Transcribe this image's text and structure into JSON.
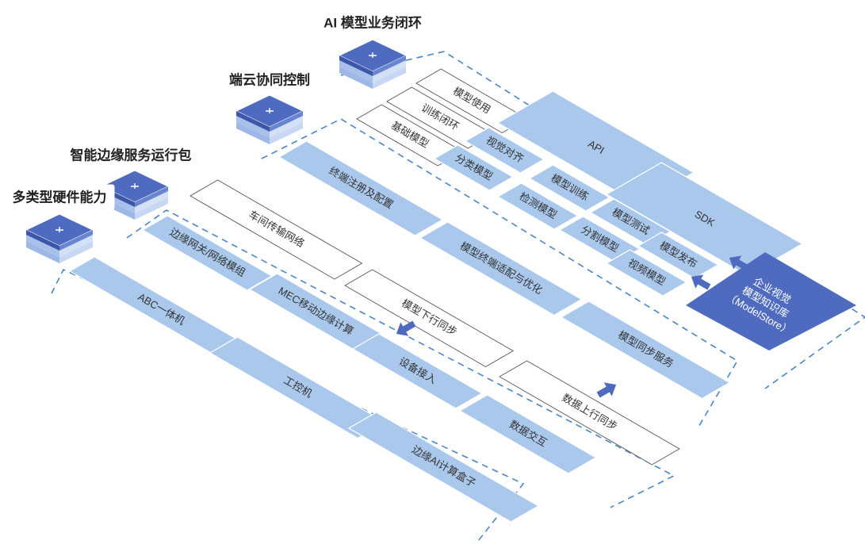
{
  "colors": {
    "tile_fill": "#a9c8ec",
    "white_tile_fill": "#ffffff",
    "white_tile_stroke": "#555555",
    "dashed_frame": "#4a86c5",
    "store_fill": "#4f6bbf",
    "arrow": "#4f6bbf",
    "cube_top": "#4f6bbf",
    "cube_sides": "#b8cdf0"
  },
  "layers": [
    {
      "title": "AI 模型业务闭环",
      "cube_icon": "cube-logo-icon",
      "tiles": [
        {
          "text": "模型使用",
          "style": "white"
        },
        {
          "text": "训练闭环",
          "style": "white"
        },
        {
          "text": "基础模型",
          "style": "white"
        },
        {
          "text": "API",
          "style": "blue"
        },
        {
          "text": "视觉对齐",
          "style": "blue"
        },
        {
          "text": "分类模型",
          "style": "blue"
        },
        {
          "text": "模型训练",
          "style": "blue"
        },
        {
          "text": "检测模型",
          "style": "blue"
        },
        {
          "text": "SDK",
          "style": "blue"
        },
        {
          "text": "模型测试",
          "style": "blue"
        },
        {
          "text": "分割模型",
          "style": "blue"
        },
        {
          "text": "模型发布",
          "style": "blue"
        },
        {
          "text": "视频模型",
          "style": "blue"
        }
      ]
    },
    {
      "title": "端云协同控制",
      "cube_icon": "cube-logo-icon",
      "tiles": [
        {
          "text": "终端注册及配置",
          "style": "blue"
        },
        {
          "text": "模型终端适配与优化",
          "style": "blue"
        },
        {
          "text": "模型同步服务",
          "style": "blue"
        }
      ]
    },
    {
      "title": "智能边缘服务运行包",
      "cube_icon": "cube-logo-icon",
      "tiles": [
        {
          "text": "车间传输网络",
          "style": "white"
        },
        {
          "text": "模型下行同步",
          "style": "white"
        },
        {
          "text": "数据上行同步",
          "style": "white"
        },
        {
          "text": "边缘网关/网络模组",
          "style": "blue"
        },
        {
          "text": "MEC移动边缘计算",
          "style": "blue"
        },
        {
          "text": "设备接入",
          "style": "blue"
        },
        {
          "text": "数据交互",
          "style": "blue"
        }
      ]
    },
    {
      "title": "多类型硬件能力",
      "cube_icon": "cube-logo-icon",
      "tiles": [
        {
          "text": "ABC一体机",
          "style": "blue"
        },
        {
          "text": "工控机",
          "style": "blue"
        },
        {
          "text": "边缘AI计算盒子",
          "style": "blue"
        }
      ]
    }
  ],
  "model_store": {
    "lines": [
      "企业视觉",
      "模型知识库",
      "（ModelStore）"
    ]
  },
  "arrows": [
    {
      "name": "down-arrow-icon"
    },
    {
      "name": "up-arrow-icon"
    },
    {
      "name": "left-arrow-icon"
    },
    {
      "name": "left-arrow-icon"
    }
  ]
}
